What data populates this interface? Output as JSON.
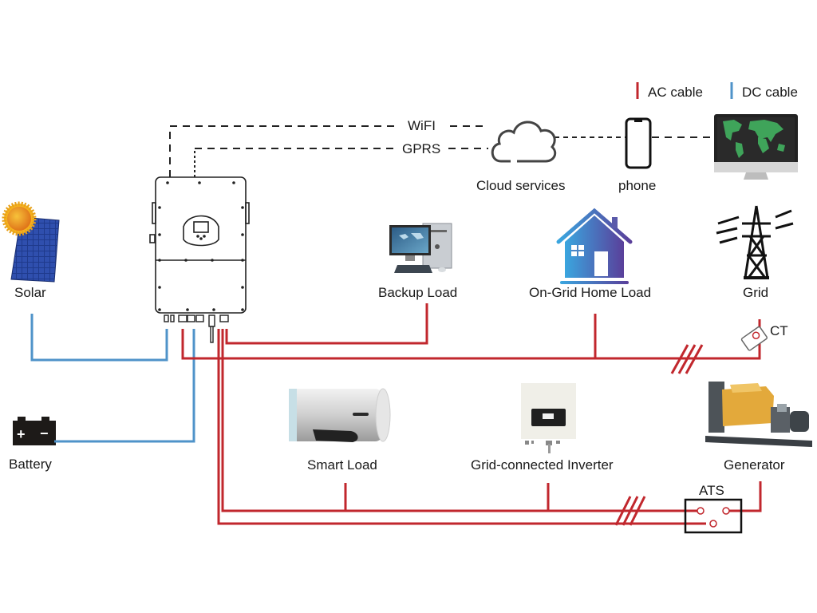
{
  "legend": {
    "ac": {
      "label": "AC cable",
      "color": "#c1272d"
    },
    "dc": {
      "label": "DC cable",
      "color": "#4f93c9"
    }
  },
  "communication": {
    "wifi": "WiFI",
    "gprs": "GPRS"
  },
  "nodes": {
    "cloud": "Cloud services",
    "phone": "phone",
    "solar": "Solar",
    "battery": "Battery",
    "backup_load": "Backup Load",
    "on_grid_home_load": "On-Grid Home Load",
    "grid": "Grid",
    "ct": "CT",
    "smart_load": "Smart Load",
    "grid_inverter": "Grid-connected Inverter",
    "generator": "Generator",
    "ats": "ATS"
  },
  "battery_symbols": {
    "plus": "+",
    "minus": "−"
  }
}
